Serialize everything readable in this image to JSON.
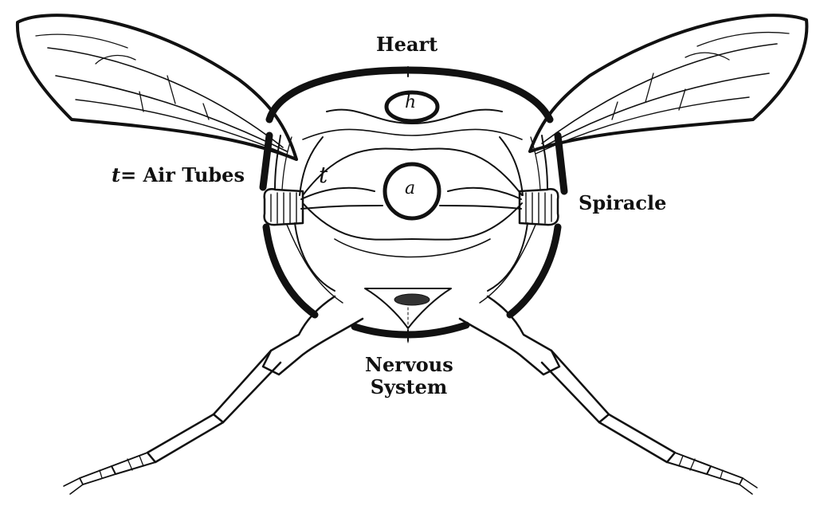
{
  "labels": {
    "heart": "Heart",
    "air_tubes_mark": "t",
    "air_tubes": "= Air Tubes",
    "spiracle": "Spiracle",
    "t": "t",
    "h": "h",
    "a": "a",
    "nervous_line1": "Nervous",
    "nervous_line2": "System"
  },
  "colors": {
    "ink": "#111111",
    "paper": "#ffffff"
  }
}
